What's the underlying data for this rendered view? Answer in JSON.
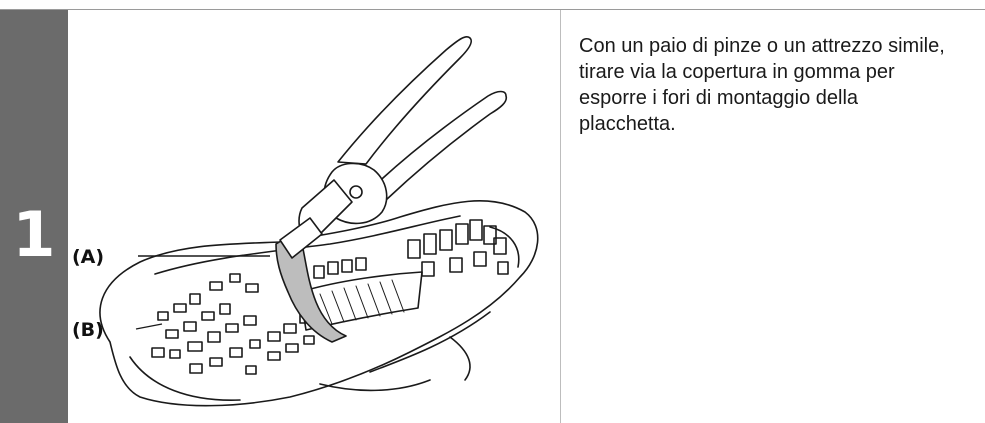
{
  "step": {
    "number": "1"
  },
  "instruction": {
    "text": "Con un paio di pinze o un attrezzo simile, tirare via la copertura in gomma per esporre i fori di montaggio della placchetta."
  },
  "callouts": {
    "a": "(A)",
    "b": "(B)"
  },
  "colors": {
    "step_bar": "#6b6b6b",
    "rule": "#9a9a9a",
    "text": "#1a1a1a"
  }
}
